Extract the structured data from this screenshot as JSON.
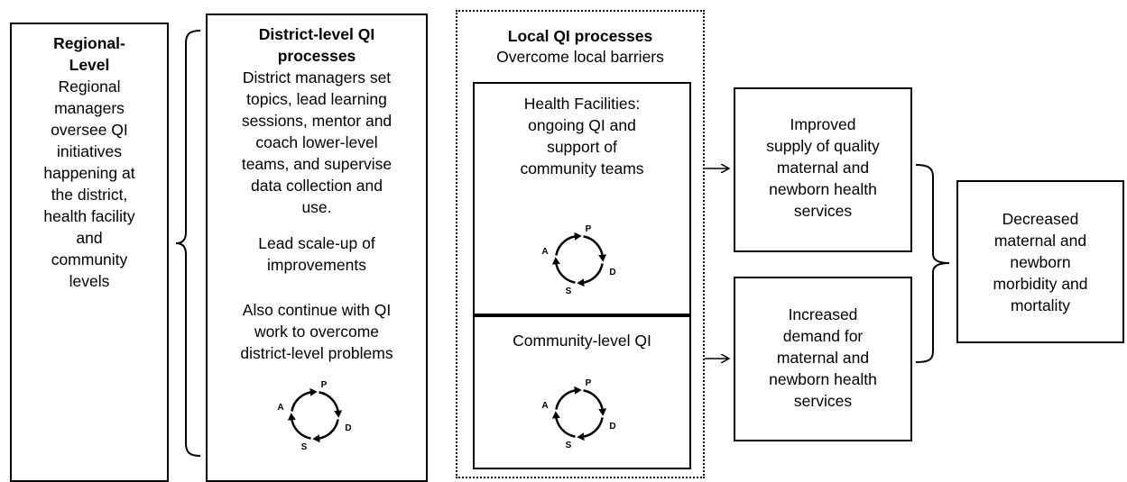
{
  "regional": {
    "title_line1": "Regional-",
    "title_line2": "Level",
    "body_lines": [
      "Regional",
      "managers",
      "oversee QI",
      "initiatives",
      "happening at",
      "the district,",
      "health facility",
      "and",
      "community",
      "levels"
    ]
  },
  "district": {
    "title_line1": "District-level QI",
    "title_line2": "processes",
    "desc_lines": [
      "District managers set",
      "topics, lead learning",
      "sessions, mentor and",
      "coach lower-level",
      "teams, and supervise",
      "data collection and",
      "use."
    ],
    "scale_lines": [
      "Lead scale-up of",
      "improvements"
    ],
    "continue_lines": [
      "Also continue with QI",
      "work to overcome",
      "district-level problems"
    ]
  },
  "local": {
    "title": "Local QI processes",
    "subtitle": "Overcome local barriers",
    "facilities_lines": [
      "Health Facilities:",
      "ongoing QI and",
      "support of",
      "community teams"
    ],
    "community_title": "Community-level QI"
  },
  "cycle": {
    "p": "P",
    "d": "D",
    "s": "S",
    "a": "A"
  },
  "outcomes": {
    "supply_lines": [
      "Improved",
      "supply of quality",
      "maternal and",
      "newborn health",
      "services"
    ],
    "demand_lines": [
      "Increased",
      "demand for",
      "maternal and",
      "newborn health",
      "services"
    ]
  },
  "impact": {
    "lines": [
      "Decreased",
      "maternal and",
      "newborn",
      "morbidity and",
      "mortality"
    ]
  }
}
